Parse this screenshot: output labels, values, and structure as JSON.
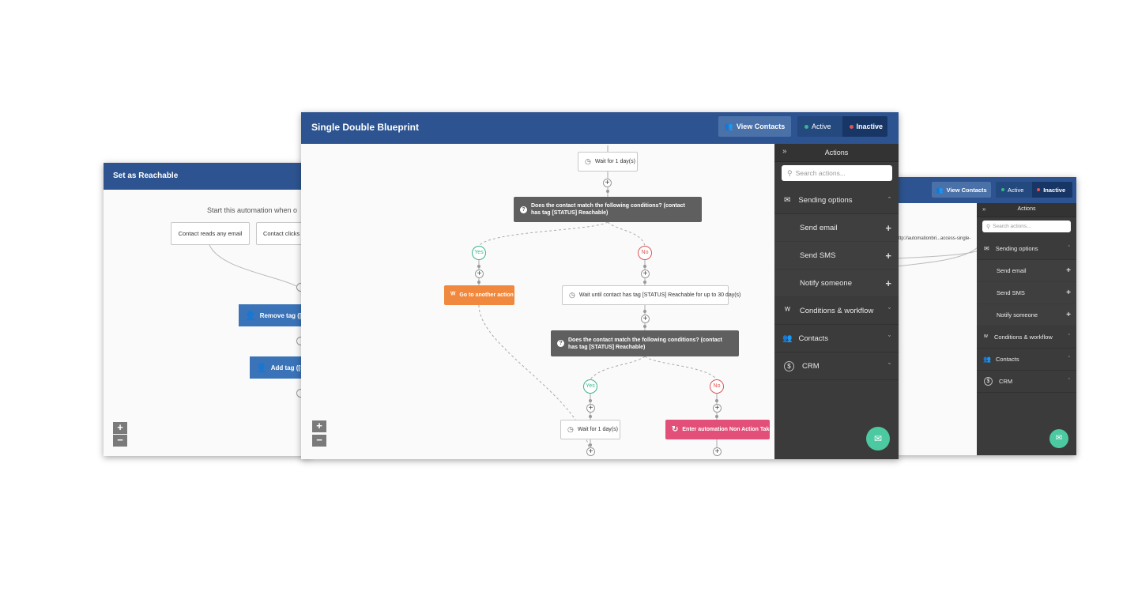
{
  "left_window": {
    "title": "Set as Reachable",
    "start_text": "Start this automation when o",
    "trigger_1": "Contact reads any email",
    "trigger_2": "Contact clicks",
    "action_1": "Remove tag ([ST",
    "action_2": "Add tag ([ST"
  },
  "main_window": {
    "title": "Single Double Blueprint",
    "view_contacts": "View Contacts",
    "status_active": "Active",
    "status_inactive": "Inactive",
    "nodes": {
      "wait_1": "Wait for 1 day(s)",
      "condition_1": "Does the contact match the following conditions? (contact has tag [STATUS] Reachable)",
      "yes": "Yes",
      "no": "No",
      "goto_action": "Go to another action",
      "wait_until": "Wait until contact has tag [STATUS] Reachable for up to 30 day(s)",
      "condition_2": "Does the contact match the following conditions? (contact has tag [STATUS] Reachable)",
      "wait_2": "Wait for 1 day(s)",
      "enter_automation": "Enter automation Non Action Takers"
    },
    "zoom_in": "+",
    "zoom_out": "−",
    "panel": {
      "title": "Actions",
      "collapse": "»",
      "search_placeholder": "Search actions...",
      "sections": [
        {
          "label": "Sending options",
          "expanded": true
        },
        {
          "label": "Conditions & workflow"
        },
        {
          "label": "Contacts"
        },
        {
          "label": "CRM"
        }
      ],
      "items": [
        "Send email",
        "Send SMS",
        "Notify someone"
      ]
    }
  },
  "right_window": {
    "view_contacts": "View Contacts",
    "status_active": "Active",
    "status_inactive": "Inactive",
    "url_snippet": "ttp://automationbri...access-single-",
    "panel": {
      "title": "Actions",
      "collapse": "»",
      "search_placeholder": "Search actions...",
      "sections": [
        "Sending options",
        "Conditions & workflow",
        "Contacts",
        "CRM"
      ],
      "items": [
        "Send email",
        "Send SMS",
        "Notify someone"
      ]
    }
  },
  "colors": {
    "header_blue": "#2d5490",
    "panel_dark": "#3b3b3b",
    "active_green": "#3cb48c",
    "inactive_red": "#e05555",
    "orange": "#f0883e",
    "pink": "#e2507a",
    "chat_green": "#4cc9a0"
  },
  "icons": {
    "clock": "clock-icon",
    "question": "question-icon",
    "branch": "branch-icon",
    "refresh": "refresh-icon",
    "user": "user-icon",
    "envelope": "envelope-icon",
    "contacts": "contacts-icon",
    "dollar": "dollar-icon",
    "search": "search-icon",
    "chat": "chat-icon"
  }
}
